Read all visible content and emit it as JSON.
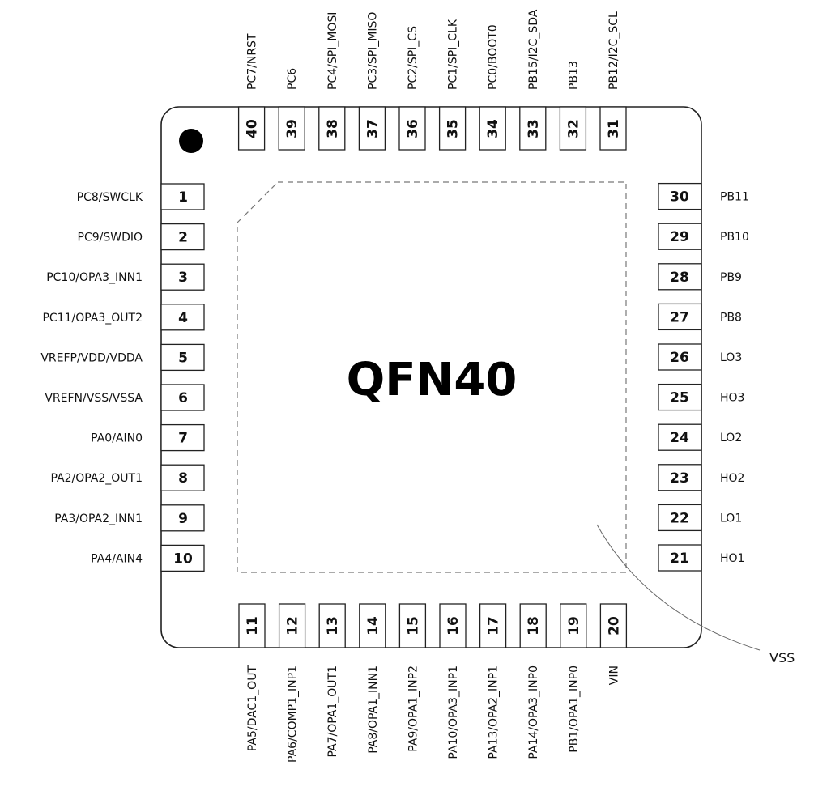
{
  "package": {
    "title": "QFN40",
    "exposed_pad_label": "VSS"
  },
  "pins": {
    "left": [
      {
        "number": "1",
        "label": "PC8/SWCLK"
      },
      {
        "number": "2",
        "label": "PC9/SWDIO"
      },
      {
        "number": "3",
        "label": "PC10/OPA3_INN1"
      },
      {
        "number": "4",
        "label": "PC11/OPA3_OUT2"
      },
      {
        "number": "5",
        "label": "VREFP/VDD/VDDA"
      },
      {
        "number": "6",
        "label": "VREFN/VSS/VSSA"
      },
      {
        "number": "7",
        "label": "PA0/AIN0"
      },
      {
        "number": "8",
        "label": "PA2/OPA2_OUT1"
      },
      {
        "number": "9",
        "label": "PA3/OPA2_INN1"
      },
      {
        "number": "10",
        "label": "PA4/AIN4"
      }
    ],
    "bottom": [
      {
        "number": "11",
        "label": "PA5/DAC1_OUT"
      },
      {
        "number": "12",
        "label": "PA6/COMP1_INP1"
      },
      {
        "number": "13",
        "label": "PA7/OPA1_OUT1"
      },
      {
        "number": "14",
        "label": "PA8/OPA1_INN1"
      },
      {
        "number": "15",
        "label": "PA9/OPA1_INP2"
      },
      {
        "number": "16",
        "label": "PA10/OPA3_INP1"
      },
      {
        "number": "17",
        "label": "PA13/OPA2_INP1"
      },
      {
        "number": "18",
        "label": "PA14/OPA3_INP0"
      },
      {
        "number": "19",
        "label": "PB1/OPA1_INP0"
      },
      {
        "number": "20",
        "label": "VIN"
      }
    ],
    "right": [
      {
        "number": "21",
        "label": "HO1"
      },
      {
        "number": "22",
        "label": "LO1"
      },
      {
        "number": "23",
        "label": "HO2"
      },
      {
        "number": "24",
        "label": "LO2"
      },
      {
        "number": "25",
        "label": "HO3"
      },
      {
        "number": "26",
        "label": "LO3"
      },
      {
        "number": "27",
        "label": "PB8"
      },
      {
        "number": "28",
        "label": "PB9"
      },
      {
        "number": "29",
        "label": "PB10"
      },
      {
        "number": "30",
        "label": "PB11"
      }
    ],
    "top": [
      {
        "number": "31",
        "label": "PB12/I2C_SCL"
      },
      {
        "number": "32",
        "label": "PB13"
      },
      {
        "number": "33",
        "label": "PB15/I2C_SDA"
      },
      {
        "number": "34",
        "label": "PC0/BOOT0"
      },
      {
        "number": "35",
        "label": "PC1/SPI_CLK"
      },
      {
        "number": "36",
        "label": "PC2/SPI_CS"
      },
      {
        "number": "37",
        "label": "PC3/SPI_MISO"
      },
      {
        "number": "38",
        "label": "PC4/SPI_MOSI"
      },
      {
        "number": "39",
        "label": "PC6"
      },
      {
        "number": "40",
        "label": "PC7/NRST"
      }
    ]
  }
}
